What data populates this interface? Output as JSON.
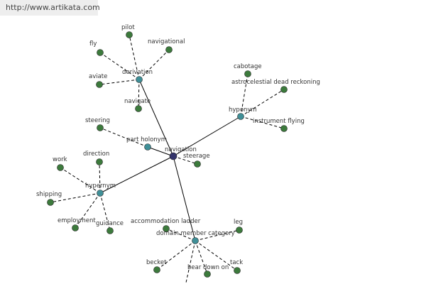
{
  "header": {
    "url": "http://www.artikata.com"
  },
  "colors": {
    "center": "#33336b",
    "relation": "#3f8f97",
    "leaf": "#3c7a3c",
    "line": "#000000"
  },
  "graph": {
    "center": {
      "name": "navigation-node",
      "label": "navigation"
    },
    "relations": [
      {
        "name": "derivation-node",
        "label": "derivation"
      },
      {
        "name": "hyponym-node",
        "label": "hyponym"
      },
      {
        "name": "part-holonym-node",
        "label": "part holonym"
      },
      {
        "name": "hypernym-node",
        "label": "hypernym"
      },
      {
        "name": "domain-member-category-node",
        "label": "domain member category"
      }
    ],
    "leaves": [
      {
        "name": "pilot-node",
        "label": "pilot"
      },
      {
        "name": "fly-node",
        "label": "fly"
      },
      {
        "name": "navigational-node",
        "label": "navigational"
      },
      {
        "name": "aviate-node",
        "label": "aviate"
      },
      {
        "name": "navigate-node",
        "label": "navigate"
      },
      {
        "name": "cabotage-node",
        "label": "cabotage"
      },
      {
        "name": "astrocelestial-node",
        "label": "astrocelestial dead reckoning"
      },
      {
        "name": "instrument-flying-node",
        "label": "instrument flying"
      },
      {
        "name": "steering-node",
        "label": "steering"
      },
      {
        "name": "steerage-node",
        "label": "steerage"
      },
      {
        "name": "direction-node",
        "label": "direction"
      },
      {
        "name": "work-node",
        "label": "work"
      },
      {
        "name": "shipping-node",
        "label": "shipping"
      },
      {
        "name": "employment-node",
        "label": "employment"
      },
      {
        "name": "guidance-node",
        "label": "guidance"
      },
      {
        "name": "accommodation-ladder-node",
        "label": "accommodation ladder"
      },
      {
        "name": "leg-node",
        "label": "leg"
      },
      {
        "name": "becket-node",
        "label": "becket"
      },
      {
        "name": "bear-down-on-node",
        "label": "bear down on"
      },
      {
        "name": "tack-node",
        "label": "tack"
      }
    ]
  }
}
